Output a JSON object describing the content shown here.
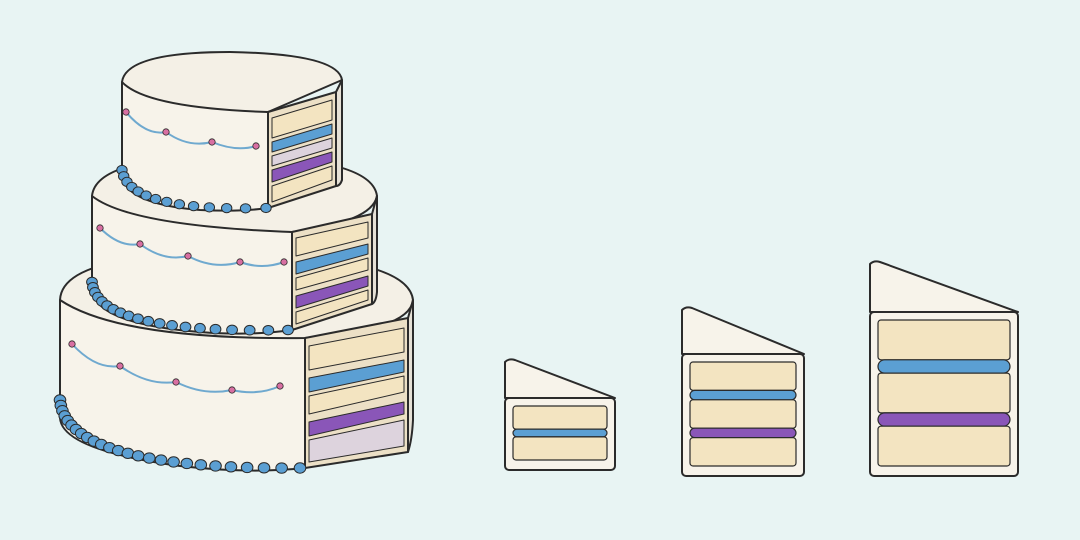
{
  "scene": {
    "subject": "three-tier-cake-and-slices",
    "tiers": 3,
    "slices": 3,
    "slice_layer_counts": [
      2,
      3,
      4
    ]
  },
  "colors": {
    "background": "#e8f4f3",
    "frosting": "#f7f3ea",
    "frosting_shade": "#e6e1d6",
    "sponge": "#f3e4c1",
    "sponge_cut": "#ece0c6",
    "blue_filling": "#5b9fd3",
    "purple_filling": "#8a56b8",
    "bead": "#5b9fd3",
    "pearl": "#d86fa2",
    "swag": "#6fa9cf",
    "outline": "#2b2b2b"
  }
}
